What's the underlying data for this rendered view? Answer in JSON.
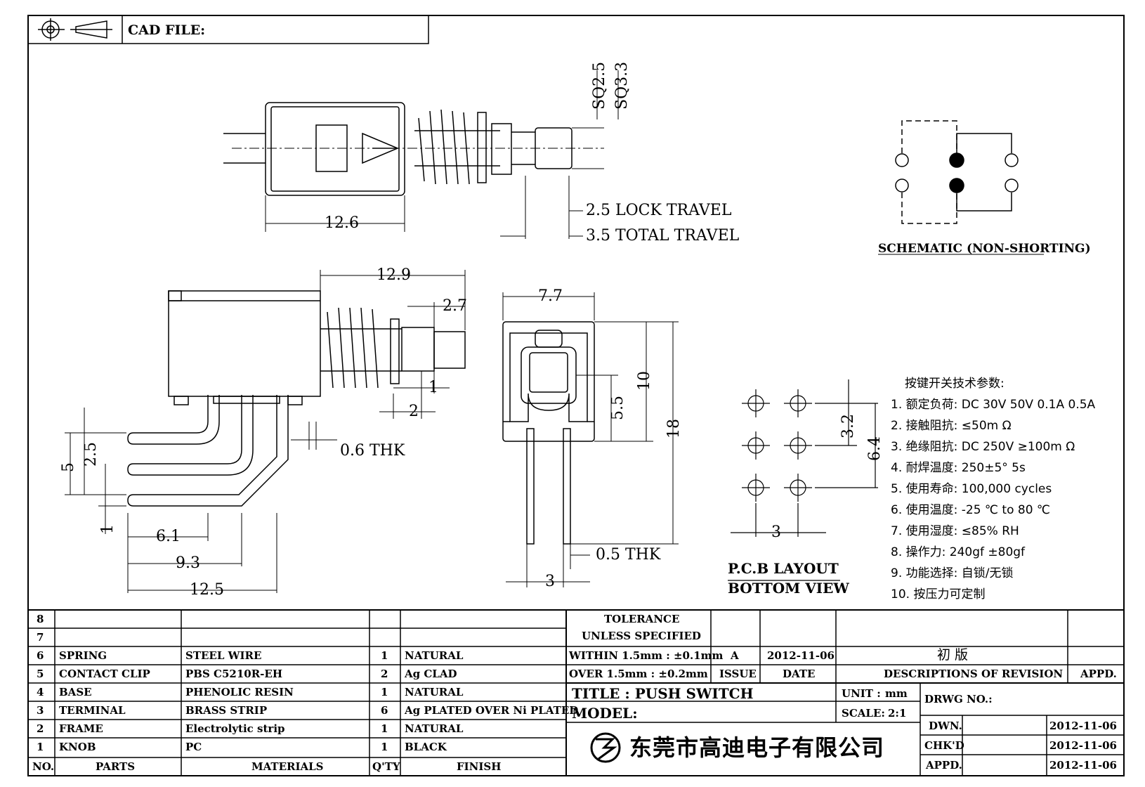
{
  "header": {
    "cad_file_label": "CAD FILE:"
  },
  "dimensions": {
    "body_length": "12.6",
    "sq1": "SQ2.5",
    "sq2": "SQ3.3",
    "lock_travel": "2.5  LOCK  TRAVEL",
    "total_travel": "3.5  TOTAL  TRAVEL",
    "side_12_9": "12.9",
    "side_2_7": "2.7",
    "side_1": "1",
    "side_2": "2",
    "side_thk": "0.6  THK",
    "pin_5": "5",
    "pin_2_5": "2.5",
    "pin_1": "1",
    "pin_6_1": "6.1",
    "pin_9_3": "9.3",
    "pin_12_5": "12.5",
    "front_7_7": "7.7",
    "front_5_5": "5.5",
    "front_10": "10",
    "front_18": "18",
    "front_thk": "0.5  THK",
    "front_3": "3",
    "pcb_3_2": "3.2",
    "pcb_6_4": "6.4",
    "pcb_3": "3"
  },
  "schematic_label": "SCHEMATIC (NON-SHORTING)",
  "pcb_layout": {
    "line1": "P.C.B LAYOUT",
    "line2": "BOTTOM  VIEW"
  },
  "specs": {
    "heading": "按键开关技术参数:",
    "items": [
      "1.  额定负荷: DC 30V 50V    0.1A  0.5A",
      "2.  接触阻抗:  ≤50m Ω",
      "3.  绝缘阻抗: DC 250V  ≥100m Ω",
      "4.  耐焊温度: 250±5°    5s",
      "5.  使用寿命: 100,000 cycles",
      "6.  使用温度: -25  ℃  to 80  ℃",
      "7.  使用湿度:  ≤85% RH",
      "8.  操作力: 240gf  ±80gf",
      "9.  功能选择: 自锁/无锁",
      "10.  按压力可定制"
    ]
  },
  "parts_table": {
    "rows": [
      {
        "no": "8",
        "part": "",
        "material": "",
        "qty": "",
        "finish": ""
      },
      {
        "no": "7",
        "part": "",
        "material": "",
        "qty": "",
        "finish": ""
      },
      {
        "no": "6",
        "part": "SPRING",
        "material": "STEEL WIRE",
        "qty": "1",
        "finish": "NATURAL"
      },
      {
        "no": "5",
        "part": "CONTACT CLIP",
        "material": "PBS C5210R-EH",
        "qty": "2",
        "finish": "Ag CLAD"
      },
      {
        "no": "4",
        "part": "BASE",
        "material": "PHENOLIC RESIN",
        "qty": "1",
        "finish": "NATURAL"
      },
      {
        "no": "3",
        "part": "TERMINAL",
        "material": "BRASS STRIP",
        "qty": "6",
        "finish": "Ag PLATED OVER Ni PLATED"
      },
      {
        "no": "2",
        "part": "FRAME",
        "material": "Electrolytic strip",
        "qty": "1",
        "finish": "NATURAL"
      },
      {
        "no": "1",
        "part": "KNOB",
        "material": "PC",
        "qty": "1",
        "finish": "BLACK"
      }
    ],
    "headers": {
      "no": "NO.",
      "part": "PARTS",
      "material": "MATERIALS",
      "qty": "Q'TY",
      "finish": "FINISH"
    }
  },
  "tolerance": {
    "line1": "TOLERANCE",
    "line2": "UNLESS  SPECIFIED",
    "within": "WITHIN 1.5mm : ±0.1mm",
    "over": "OVER 1.5mm : ±0.2mm"
  },
  "revision": {
    "issue": "A",
    "date": "2012-11-06",
    "description": "初 版",
    "h_issue": "ISSUE",
    "h_date": "DATE",
    "h_desc": "DESCRIPTIONS  OF  REVISION",
    "h_appd": "APPD."
  },
  "title_block": {
    "title": "TITLE :   PUSH  SWITCH",
    "model": "MODEL:",
    "unit_label": "UNIT :",
    "unit": "mm",
    "scale_label": "SCALE:",
    "scale": "2:1",
    "drwg_no": "DRWG NO.:",
    "dwn_label": "DWN.",
    "dwn": "2012-11-06",
    "chkd_label": "CHK'D",
    "chkd": "2012-11-06",
    "appd_label": "APPD.",
    "appd": "2012-11-06",
    "company": "东莞市高迪电子有限公司"
  }
}
